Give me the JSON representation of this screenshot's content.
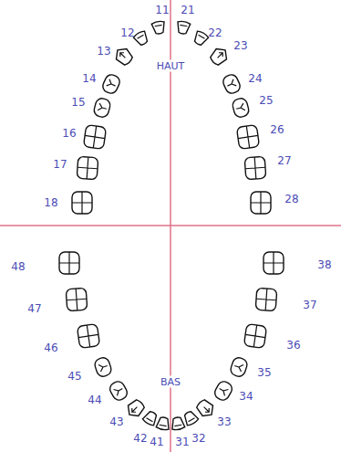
{
  "diagram": {
    "labels": [
      "11",
      "12",
      "13",
      "14",
      "15",
      "16",
      "17",
      "18",
      "21",
      "22",
      "23",
      "24",
      "25",
      "26",
      "27",
      "28",
      "HAUT",
      "BAS",
      "31",
      "32",
      "33",
      "34",
      "35",
      "36",
      "37",
      "38",
      "41",
      "42",
      "43",
      "44",
      "45",
      "46",
      "47",
      "48"
    ]
  }
}
